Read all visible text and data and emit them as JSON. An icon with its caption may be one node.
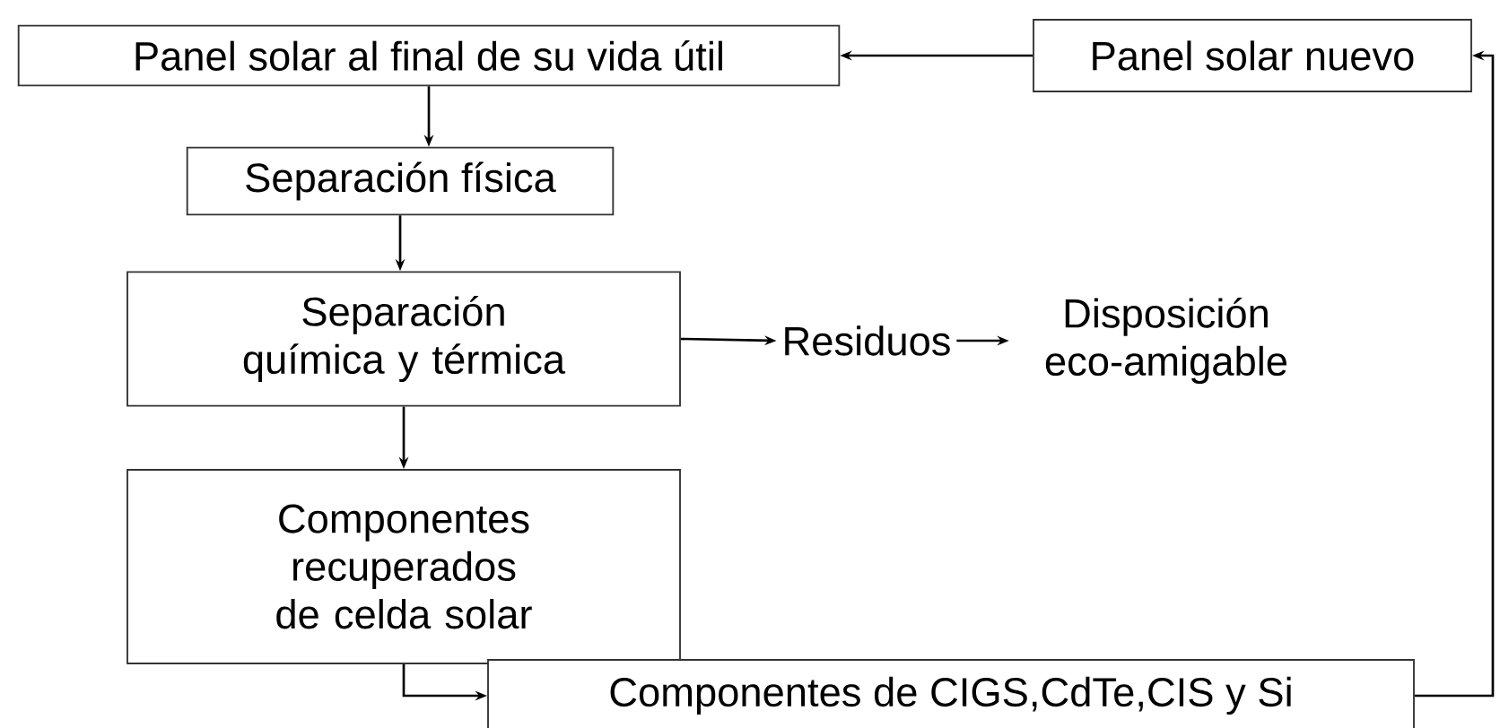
{
  "diagram": {
    "nodes": [
      {
        "text": [
          "Panel solar al final de su vida útil"
        ]
      },
      {
        "text": [
          "Panel solar nuevo"
        ]
      },
      {
        "text": [
          "Separación física"
        ]
      },
      {
        "text": [
          "Separación química y térmica"
        ]
      },
      {
        "text": [
          "Residuos"
        ]
      },
      {
        "text": [
          "Disposición eco-amigable"
        ]
      },
      {
        "text": [
          "Componentes recuperados de celda solar"
        ]
      },
      {
        "text": [
          "Componentes  de CIGS,CdTe,CIS y Si"
        ]
      }
    ],
    "edges": [
      {
        "from": 1,
        "to": 0,
        "arrow": "to"
      },
      {
        "from": 0,
        "to": 2,
        "arrow": "to"
      },
      {
        "from": 2,
        "to": 3,
        "arrow": "to"
      },
      {
        "from": 3,
        "to": 4,
        "arrow": "to"
      },
      {
        "from": 4,
        "to": 5,
        "arrow": "to"
      },
      {
        "from": 3,
        "to": 6,
        "arrow": "to"
      },
      {
        "from": 6,
        "to": 7,
        "arrow": "to"
      },
      {
        "from": 7,
        "to": 1,
        "arrow": "to"
      }
    ]
  }
}
